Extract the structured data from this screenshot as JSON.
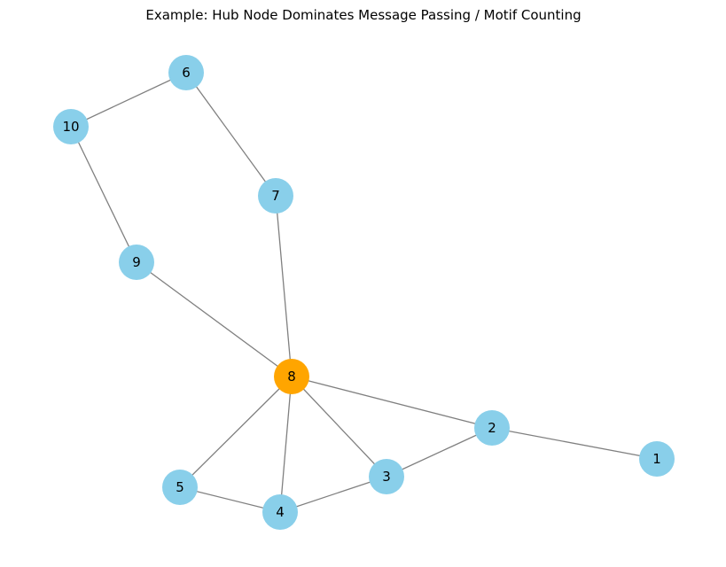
{
  "title": "Example: Hub Node Dominates Message Passing / Motif Counting",
  "colors": {
    "default_node": "#89CFEA",
    "hub_node": "#FFA500",
    "edge": "#808080",
    "label": "#000000"
  },
  "graph": {
    "hub": "8",
    "nodes": [
      {
        "id": "1",
        "label": "1"
      },
      {
        "id": "2",
        "label": "2"
      },
      {
        "id": "3",
        "label": "3"
      },
      {
        "id": "4",
        "label": "4"
      },
      {
        "id": "5",
        "label": "5"
      },
      {
        "id": "6",
        "label": "6"
      },
      {
        "id": "7",
        "label": "7"
      },
      {
        "id": "8",
        "label": "8"
      },
      {
        "id": "9",
        "label": "9"
      },
      {
        "id": "10",
        "label": "10"
      }
    ],
    "edges": [
      [
        "6",
        "10"
      ],
      [
        "6",
        "7"
      ],
      [
        "10",
        "9"
      ],
      [
        "7",
        "8"
      ],
      [
        "9",
        "8"
      ],
      [
        "8",
        "2"
      ],
      [
        "8",
        "3"
      ],
      [
        "8",
        "4"
      ],
      [
        "8",
        "5"
      ],
      [
        "2",
        "1"
      ],
      [
        "2",
        "3"
      ],
      [
        "3",
        "4"
      ],
      [
        "4",
        "5"
      ]
    ]
  }
}
